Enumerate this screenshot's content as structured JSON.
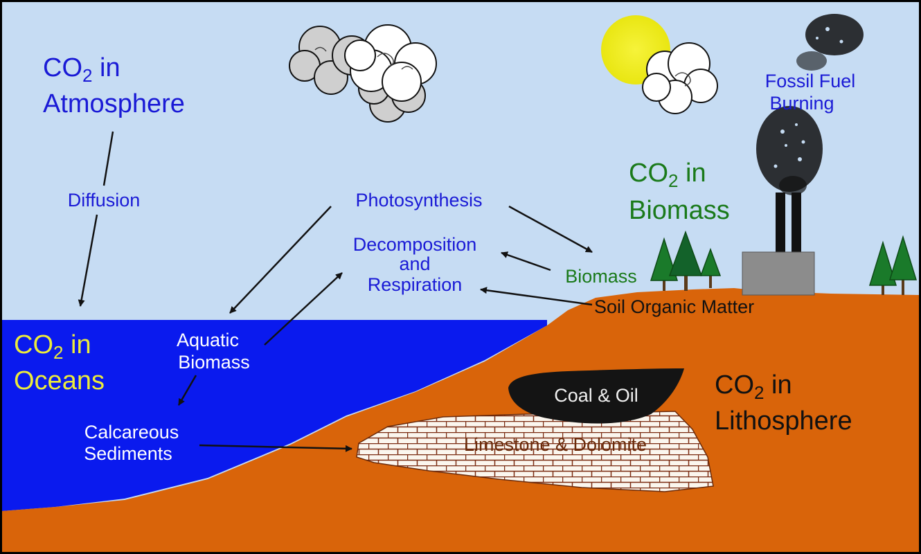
{
  "colors": {
    "sky": "#c6dcf3",
    "ocean": "#0a1aee",
    "land": "#d9640a",
    "blue_text": "#1a1ad6",
    "green_text": "#1a7a1a",
    "yellow_text": "#ecec3a",
    "white_text": "#ffffff",
    "dark_text": "#111111",
    "coal_text": "#f2f2f2",
    "limestone_text": "#6a2a0a",
    "sun": "#f2ef1a",
    "tree": "#1a7a2a",
    "factory": "#8c8c8c"
  },
  "reservoirs": {
    "atmosphere": {
      "line1_prefix": "CO",
      "line1_sub": "2",
      "line1_suffix": " in",
      "line2": "Atmosphere"
    },
    "biomass": {
      "line1_prefix": "CO",
      "line1_sub": "2",
      "line1_suffix": " in",
      "line2": "Biomass"
    },
    "oceans": {
      "line1_prefix": "CO",
      "line1_sub": "2",
      "line1_suffix": " in",
      "line2": "Oceans"
    },
    "lithosphere": {
      "line1_prefix": "CO",
      "line1_sub": "2",
      "line1_suffix": " in",
      "line2": "Lithosphere"
    }
  },
  "processes": {
    "diffusion": "Diffusion",
    "photosynthesis": "Photosynthesis",
    "decomposition_line1": "Decomposition",
    "decomposition_line2": "and",
    "decomposition_line3": "Respiration",
    "fossil_line1": "Fossil Fuel",
    "fossil_line2": "Burning"
  },
  "pools": {
    "biomass": "Biomass",
    "soil_organic_matter": "Soil Organic Matter",
    "aquatic_line1": "Aquatic",
    "aquatic_line2": "Biomass",
    "calcareous_line1": "Calcareous",
    "calcareous_line2": "Sediments",
    "coal_oil": "Coal & Oil",
    "limestone_dolomite": "Limestone & Dolomite"
  },
  "icons": [
    "cloud-icon",
    "sun-icon",
    "tree-icon",
    "factory-icon",
    "smoke-icon"
  ]
}
